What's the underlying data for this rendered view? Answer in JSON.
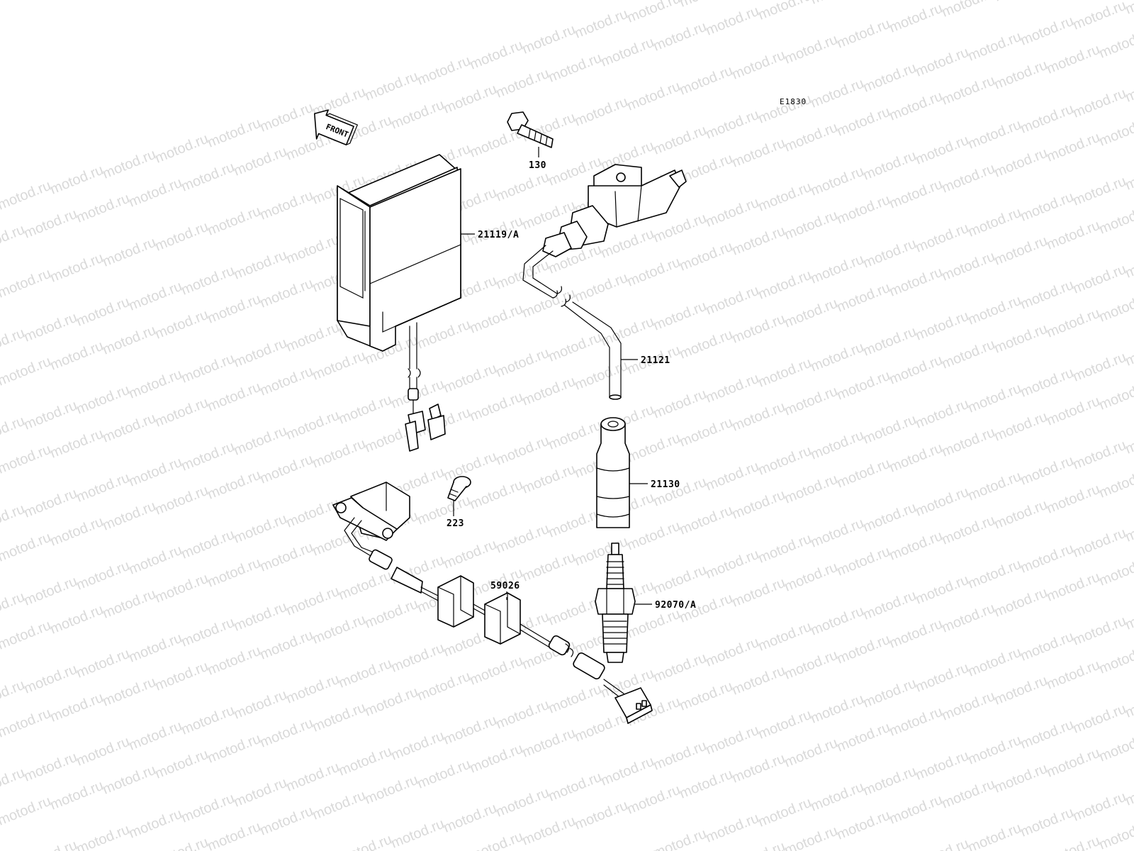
{
  "diagram_code": "E1830",
  "front_arrow_label": "FRONT",
  "watermark_text": "motod.ru",
  "parts": [
    {
      "id": "bolt",
      "label": "130",
      "icon": "bolt-icon"
    },
    {
      "id": "igniter",
      "label": "21119/A",
      "icon": "igniter-unit-icon"
    },
    {
      "id": "ignition-coil-cable",
      "label": "21121",
      "icon": "ignition-coil-icon"
    },
    {
      "id": "plug-cap",
      "label": "21130",
      "icon": "spark-plug-cap-icon"
    },
    {
      "id": "screw",
      "label": "223",
      "icon": "screw-icon"
    },
    {
      "id": "pickup-sensor",
      "label": "59026",
      "icon": "pickup-coil-icon"
    },
    {
      "id": "spark-plug",
      "label": "92070/A",
      "icon": "spark-plug-icon"
    }
  ],
  "colors": {
    "line": "#000000",
    "watermark": "#d9d9d9",
    "background": "#ffffff"
  }
}
